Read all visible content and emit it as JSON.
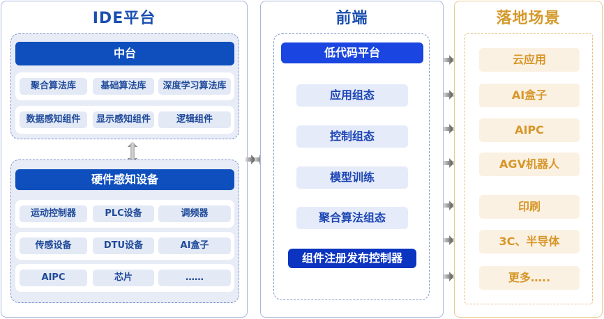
{
  "ide_platform": {
    "title": "IDE平台",
    "middle_platform": {
      "header": "中台",
      "rows": [
        [
          "聚合算法库",
          "基础算法库",
          "深度学习算法库"
        ],
        [
          "数据感知组件",
          "显示感知组件",
          "逻辑组件"
        ]
      ]
    },
    "hardware": {
      "header": "硬件感知设备",
      "rows": [
        [
          "运动控制器",
          "PLC设备",
          "调频器"
        ],
        [
          "传感设备",
          "DTU设备",
          "AI盒子"
        ],
        [
          "AIPC",
          "芯片",
          "……"
        ]
      ]
    },
    "link_icon": "double-vertical-arrow"
  },
  "frontend": {
    "title": "前端",
    "header": "低代码平台",
    "items": [
      "应用组态",
      "控制组态",
      "模型训练",
      "聚合算法组态"
    ],
    "footer_button": "组件注册发布控制器"
  },
  "scenarios": {
    "title": "落地场景",
    "items": [
      "云应用",
      "AI盒子",
      "AIPC",
      "AGV机器人",
      "印刷",
      "3C、半导体",
      "更多….."
    ]
  },
  "colors": {
    "blue_dark": "#0e4fbd",
    "blue_bright": "#1a45e0",
    "blue_navy": "#0b34c0",
    "gold": "#d7962a"
  }
}
